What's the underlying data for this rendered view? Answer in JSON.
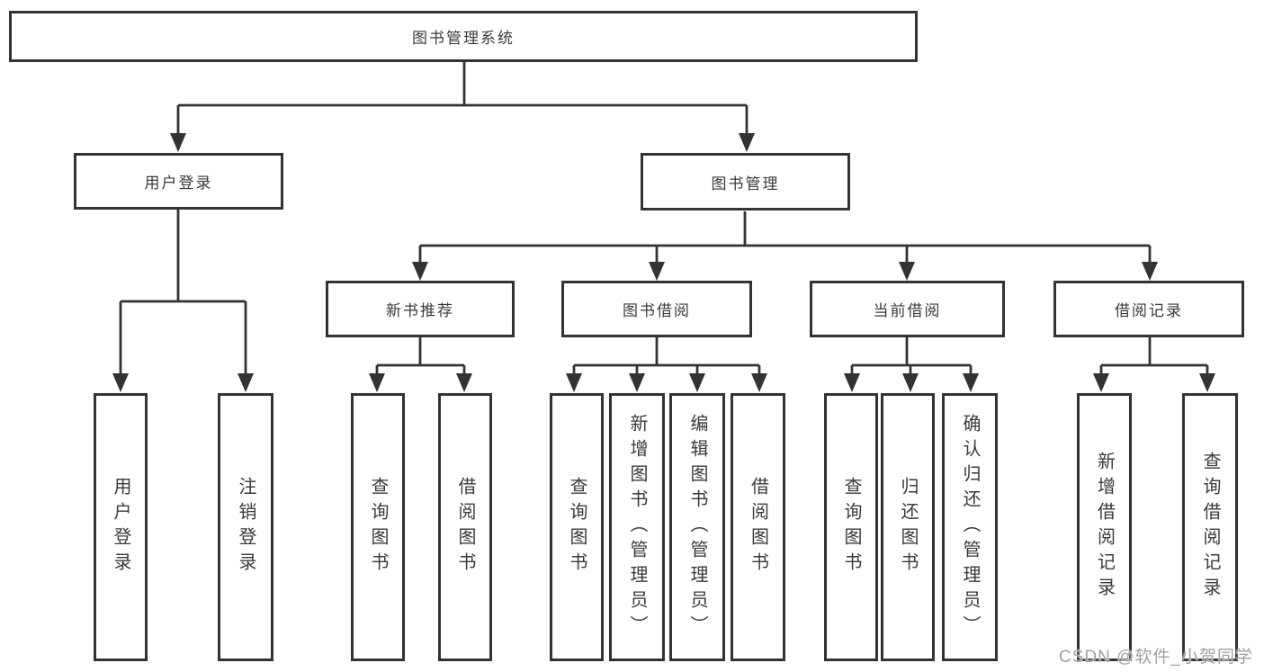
{
  "watermark": "CSDN @软件_小贺同学",
  "colors": {
    "line": "#333333",
    "box_border": "#333333",
    "text": "#3a3a3a",
    "background": "#ffffff",
    "watermark": "#a0a0a0"
  },
  "tree": {
    "label": "图书管理系统",
    "children": [
      {
        "label": "用户登录",
        "children": [
          {
            "label": "用户登录"
          },
          {
            "label": "注销登录"
          }
        ]
      },
      {
        "label": "图书管理",
        "children": [
          {
            "label": "新书推荐",
            "children": [
              {
                "label": "查询图书"
              },
              {
                "label": "借阅图书"
              }
            ]
          },
          {
            "label": "图书借阅",
            "children": [
              {
                "label": "查询图书"
              },
              {
                "label": "新增图书（管理员）"
              },
              {
                "label": "编辑图书（管理员）"
              },
              {
                "label": "借阅图书"
              }
            ]
          },
          {
            "label": "当前借阅",
            "children": [
              {
                "label": "查询图书"
              },
              {
                "label": "归还图书"
              },
              {
                "label": "确认归还（管理员）"
              }
            ]
          },
          {
            "label": "借阅记录",
            "children": [
              {
                "label": "新增借阅记录"
              },
              {
                "label": "查询借阅记录"
              }
            ]
          }
        ]
      }
    ]
  }
}
